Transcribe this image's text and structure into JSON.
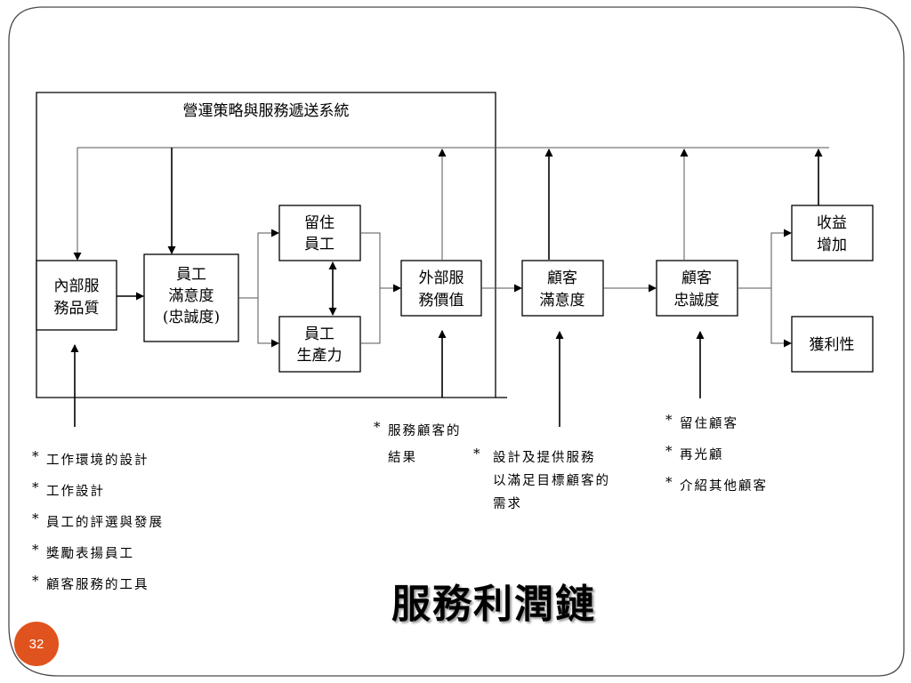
{
  "diagram": {
    "system_label": "營運策略與服務遞送系統",
    "boxes": {
      "internal_quality": [
        "內部服",
        "務品質"
      ],
      "employee_satisfaction": [
        "員工",
        "滿意度",
        "(忠誠度)"
      ],
      "employee_retention": [
        "留住",
        "員工"
      ],
      "employee_productivity": [
        "員工",
        "生產力"
      ],
      "external_value": [
        "外部服",
        "務價值"
      ],
      "customer_satisfaction": [
        "顧客",
        "滿意度"
      ],
      "customer_loyalty": [
        "顧客",
        "忠誠度"
      ],
      "revenue_growth": [
        "收益",
        "增加"
      ],
      "profitability": [
        "獲利性"
      ]
    }
  },
  "notes": {
    "internal": [
      "工作環境的設計",
      "工作設計",
      "員工的評選與發展",
      "獎勵表揚員工",
      "顧客服務的工具"
    ],
    "service_results": [
      "服務顧客的",
      "結果"
    ],
    "design_service": [
      "設計及提供服務",
      "以滿足目標顧客的",
      "需求"
    ],
    "loyalty": [
      "留住顧客",
      "再光顧",
      "介紹其他顧客"
    ]
  },
  "title": "服務利潤鏈",
  "page_number": "32",
  "colors": {
    "page_badge": "#e0531e",
    "frame_stroke": "#4a4a4a"
  }
}
